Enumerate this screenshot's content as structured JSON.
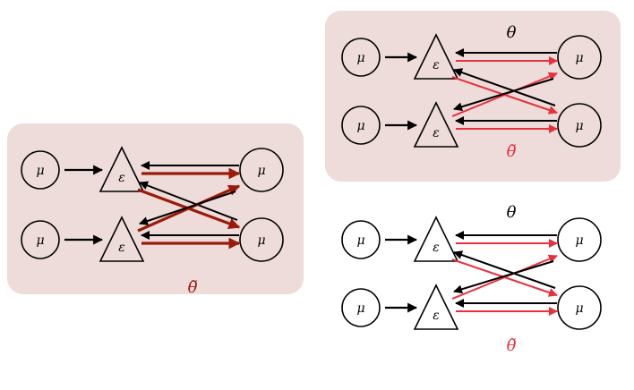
{
  "colors": {
    "panel_bg": "#eddcd9",
    "black": "#000000",
    "dark_red": "#9b1a0a",
    "bright_red": "#e8313c",
    "white": "#ffffff"
  },
  "labels": {
    "mu": "μ",
    "epsilon": "ε",
    "theta": "θ",
    "theta_tilde": "θ̃"
  },
  "diagrams": [
    {
      "id": "left",
      "panel": true,
      "theta_label": false,
      "tilde_label": true,
      "tilde_color": "dark_red",
      "forward_color": "dark_red",
      "forward_style": "thick"
    },
    {
      "id": "top-right",
      "panel": true,
      "theta_label": true,
      "tilde_label": true,
      "tilde_color": "bright_red",
      "forward_color": "bright_red",
      "forward_style": "thin"
    },
    {
      "id": "bottom-right",
      "panel": false,
      "theta_label": true,
      "tilde_label": true,
      "tilde_color": "bright_red",
      "forward_color": "bright_red",
      "forward_style": "thin"
    }
  ]
}
